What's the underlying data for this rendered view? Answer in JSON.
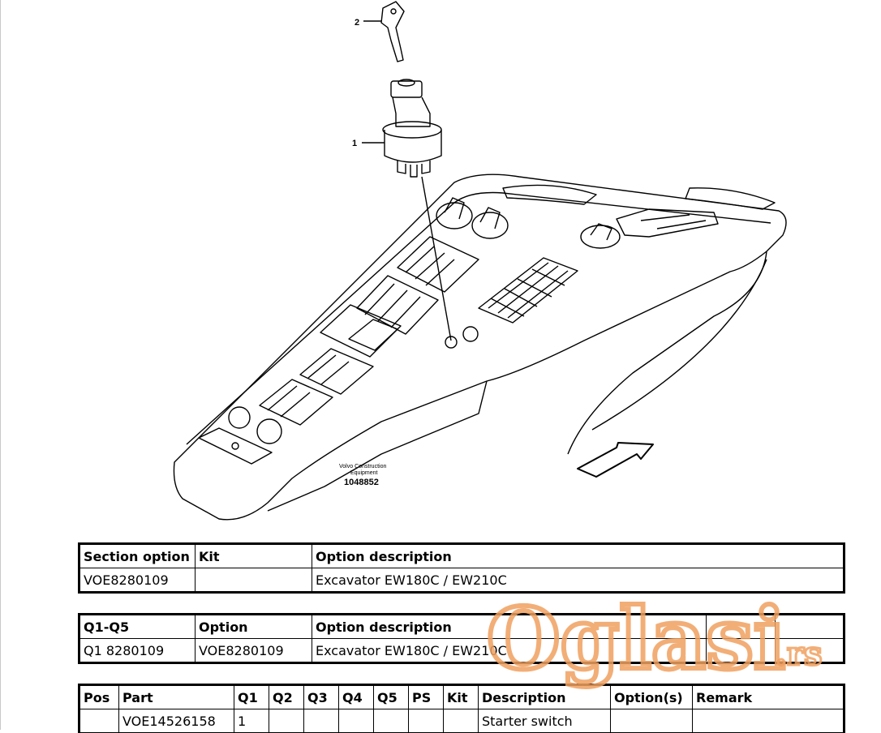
{
  "drawing": {
    "callout_1": "1",
    "callout_2": "2",
    "maker_line1": "Volvo Construction",
    "maker_line2": "Equipment",
    "figure_number": "1048852"
  },
  "section_table": {
    "headers": [
      "Section option",
      "Kit",
      "Option description"
    ],
    "rows": [
      [
        "VOE8280109",
        "",
        "Excavator EW180C / EW210C"
      ]
    ]
  },
  "q_table": {
    "headers": [
      "Q1-Q5",
      "Option",
      "Option description"
    ],
    "rows": [
      [
        "Q1 8280109",
        "VOE8280109",
        "Excavator EW180C / EW210C"
      ]
    ]
  },
  "parts_table": {
    "headers": [
      "Pos",
      "Part",
      "Q1",
      "Q2",
      "Q3",
      "Q4",
      "Q5",
      "PS",
      "Kit",
      "Description",
      "Option(s)",
      "Remark"
    ],
    "rows": [
      [
        "",
        "VOE14526158",
        "1",
        "",
        "",
        "",
        "",
        "",
        "",
        "Starter switch",
        "",
        ""
      ]
    ]
  },
  "watermark": {
    "text": "Oglasi",
    "suffix": ".rs",
    "color": "#f0a060"
  }
}
